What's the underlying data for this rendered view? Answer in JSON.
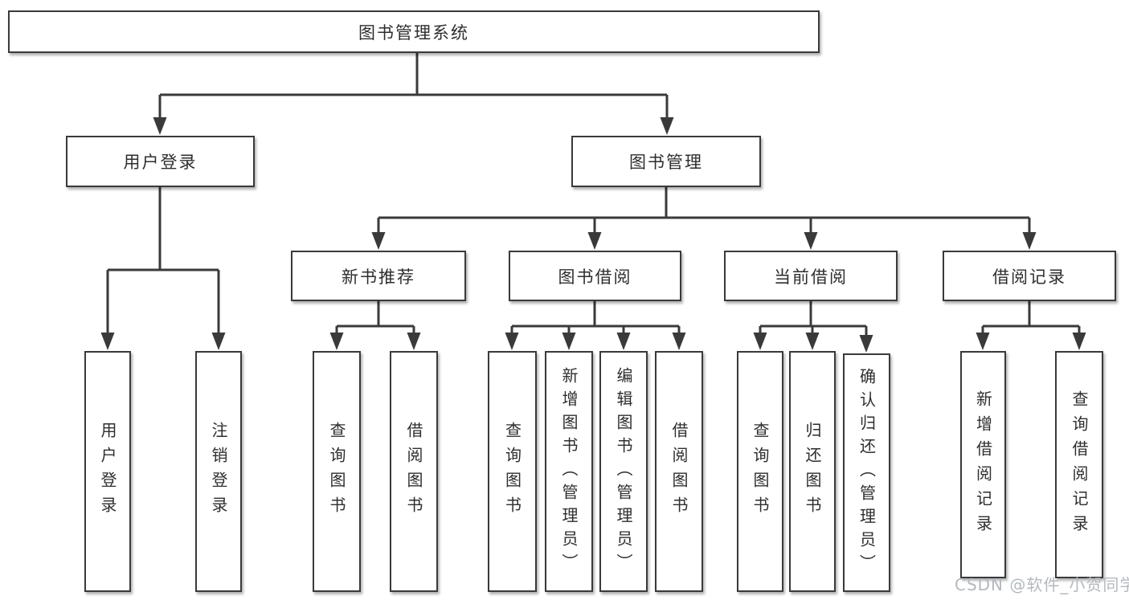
{
  "title": {
    "label": "图书管理系统"
  },
  "branches": [
    {
      "label": "用户登录",
      "children": [
        "用户登录",
        "注销登录"
      ]
    },
    {
      "label": "图书管理",
      "groups": [
        {
          "label": "新书推荐",
          "children": [
            "查询图书",
            "借阅图书"
          ]
        },
        {
          "label": "图书借阅",
          "children": [
            "查询图书",
            "新增图书（管理员）",
            "编辑图书（管理员）",
            "借阅图书"
          ]
        },
        {
          "label": "当前借阅",
          "children": [
            "查询图书",
            "归还图书",
            "确认归还（管理员）"
          ]
        },
        {
          "label": "借阅记录",
          "children": [
            "新增借阅记录",
            "查询借阅记录"
          ]
        }
      ]
    }
  ],
  "watermark": "CSDN @软件_小贺同学",
  "colors": {
    "line": "#3a3a3a",
    "text": "#2e2e2e",
    "boxbg": "#ffffff",
    "watermark": "#b3b9bf"
  }
}
